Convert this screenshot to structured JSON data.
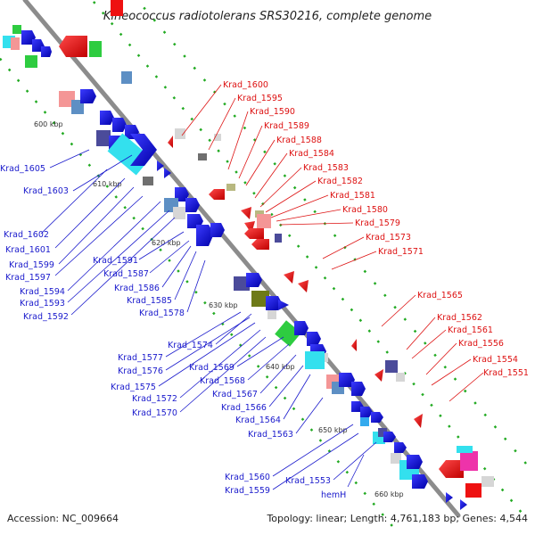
{
  "header": {
    "title": "Kineococcus radiotolerans SRS30216, complete genome"
  },
  "footer": {
    "accession": "Accession: NC_009664",
    "summary": "Topology: linear; Length: 4,761,183 bp; Genes: 4,544"
  },
  "scale_ticks": [
    "600 kbp",
    "610 kbp",
    "620 kbp",
    "630 kbp",
    "640 kbp",
    "650 kbp",
    "660 kbp"
  ],
  "left_labels": [
    "Krad_1605",
    "Krad_1603",
    "Krad_1602",
    "Krad_1601",
    "Krad_1599",
    "Krad_1597",
    "Krad_1594",
    "Krad_1593",
    "Krad_1592",
    "Krad_1591",
    "Krad_1587",
    "Krad_1586",
    "Krad_1585",
    "Krad_1578",
    "Krad_1574",
    "Krad_1577",
    "Krad_1576",
    "Krad_1575",
    "Krad_1572",
    "Krad_1570",
    "Krad_1569",
    "Krad_1568",
    "Krad_1567",
    "Krad_1566",
    "Krad_1564",
    "Krad_1563",
    "Krad_1560",
    "Krad_1559",
    "Krad_1553",
    "hemH"
  ],
  "right_labels": [
    "Krad_1600",
    "Krad_1595",
    "Krad_1590",
    "Krad_1589",
    "Krad_1588",
    "Krad_1584",
    "Krad_1583",
    "Krad_1582",
    "Krad_1581",
    "Krad_1580",
    "Krad_1579",
    "Krad_1573",
    "Krad_1571",
    "Krad_1565",
    "Krad_1562",
    "Krad_1561",
    "Krad_1556",
    "Krad_1554",
    "Krad_1551"
  ],
  "colors": {
    "backbone": "#8c8c8c",
    "forward_gene": "#1111cc",
    "reverse_gene": "#ee1111",
    "left_label": "#1a1acc",
    "right_label": "#dd1111",
    "tick": "#22aa22"
  }
}
